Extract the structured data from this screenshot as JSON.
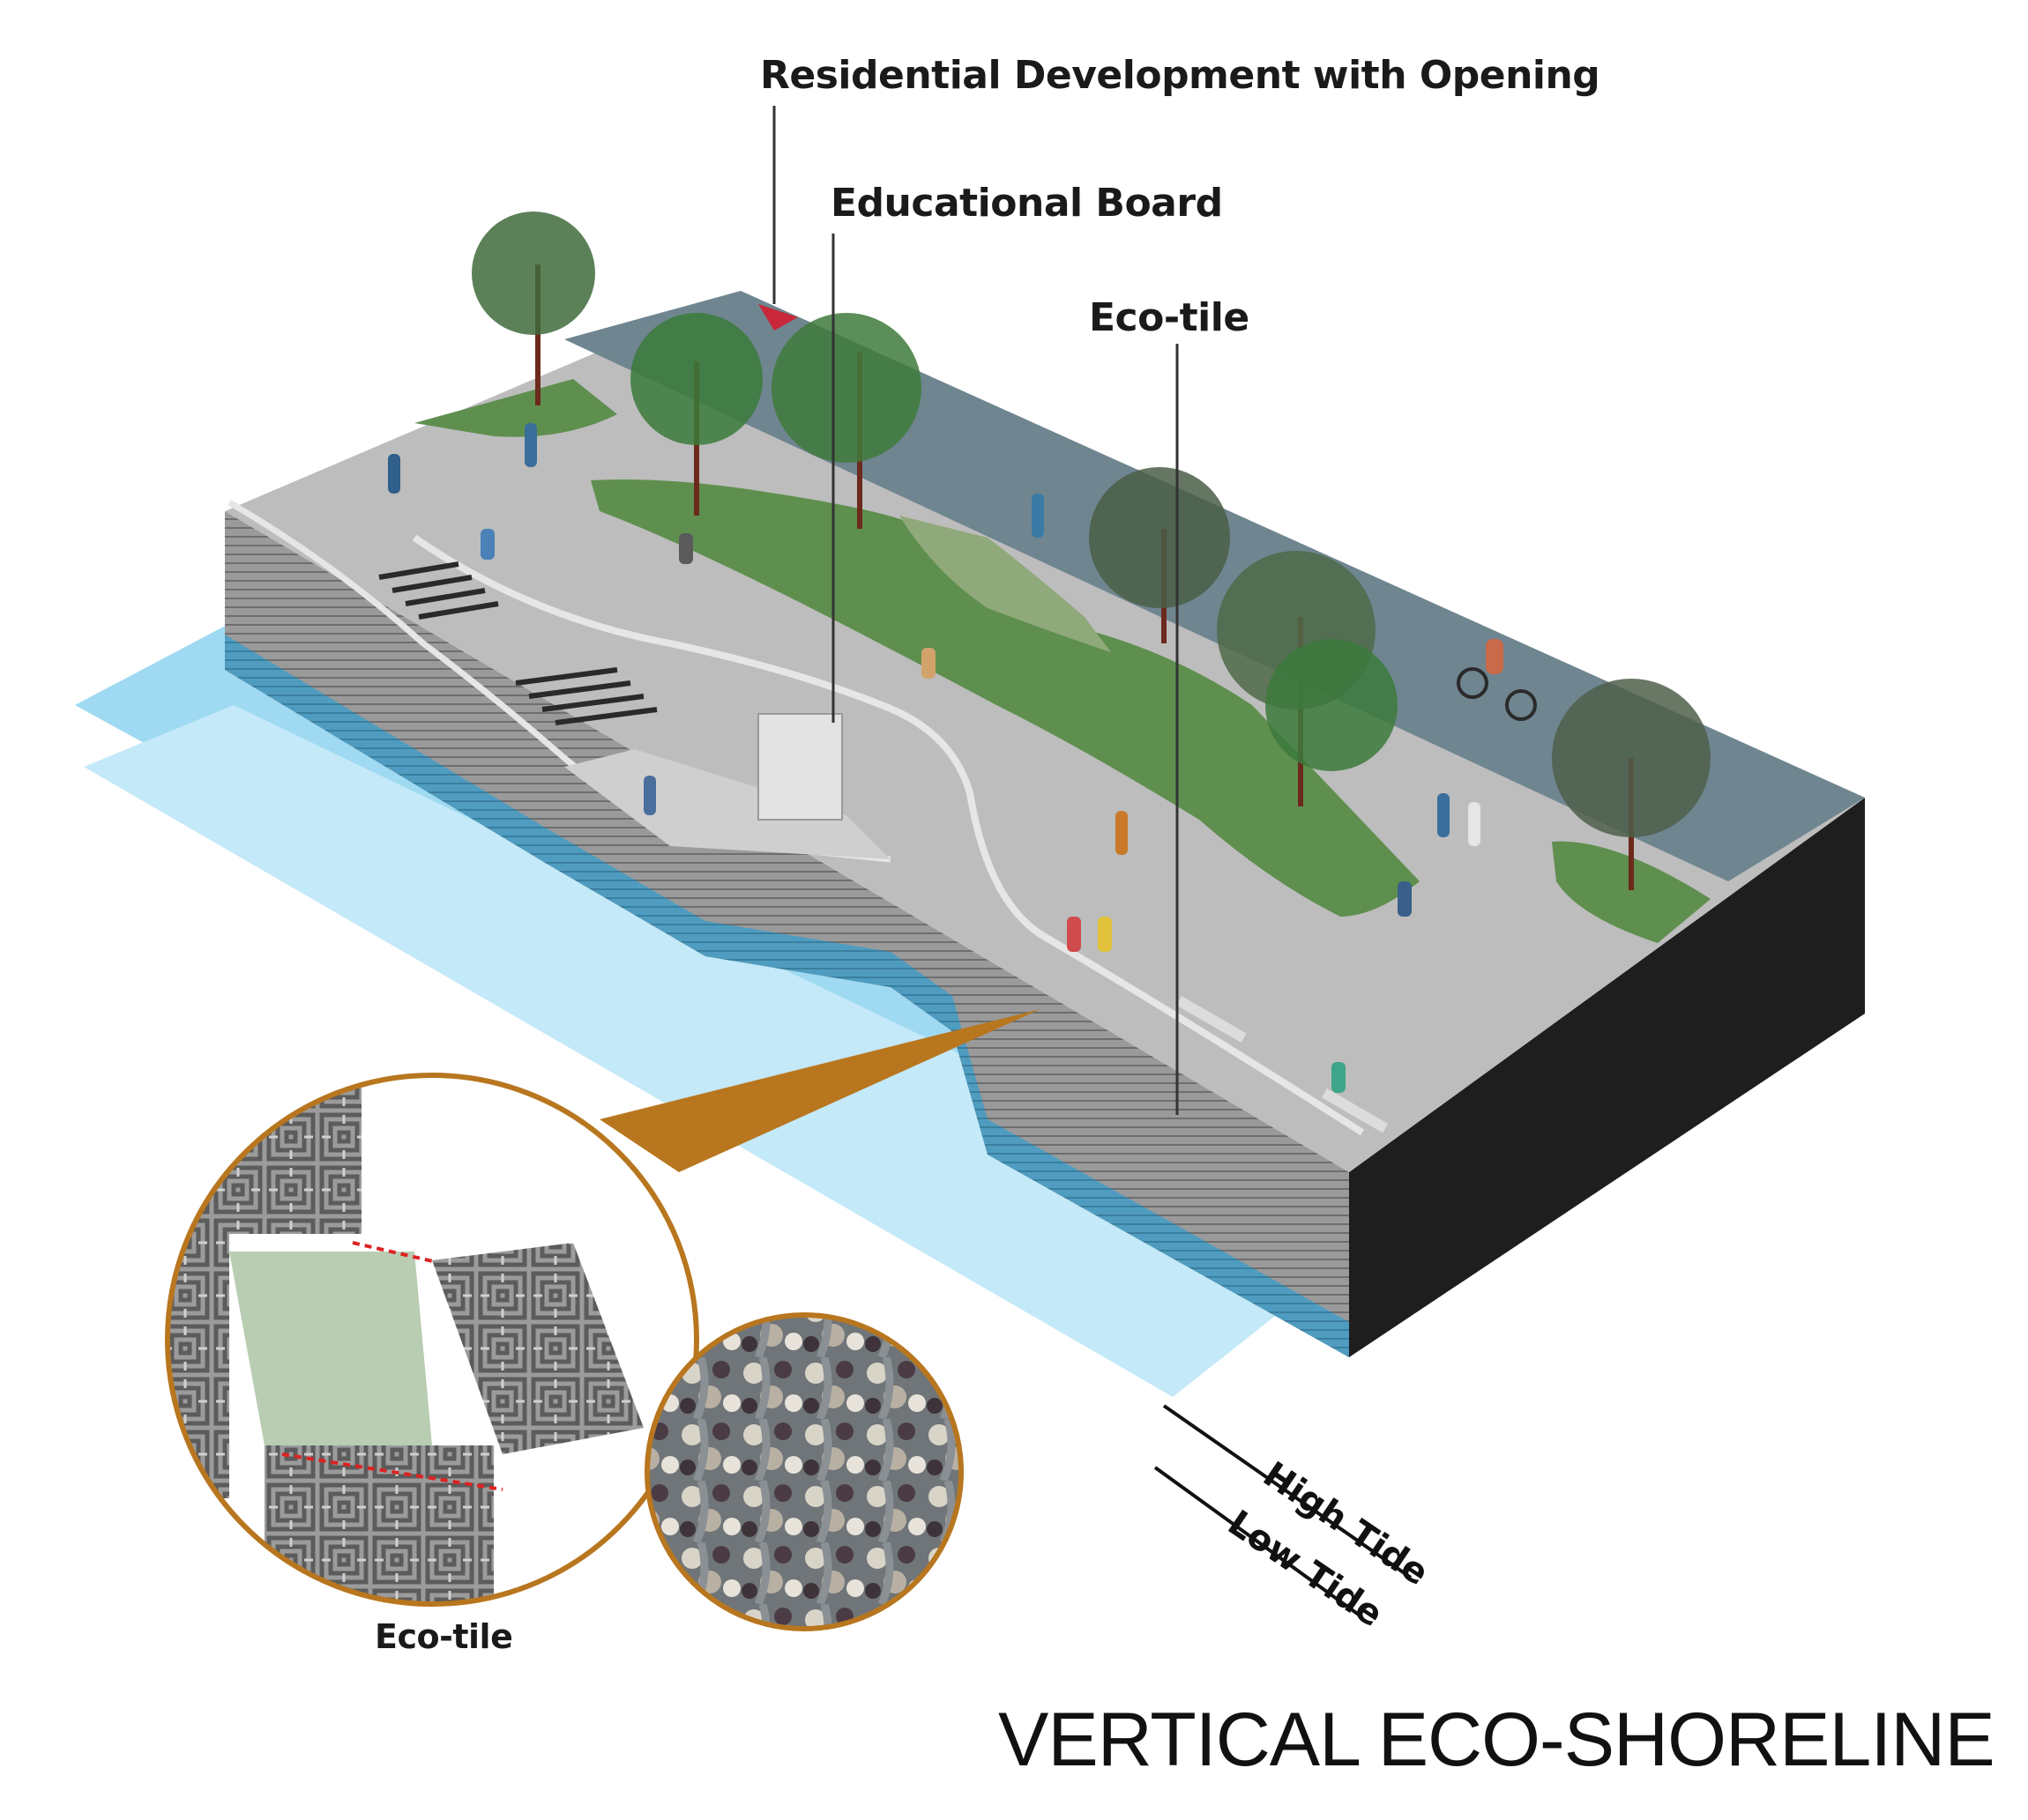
{
  "labels": {
    "residential": "Residential Development with Opening",
    "educational": "Educational Board",
    "eco_tile_top": "Eco-tile",
    "eco_tile_bottom": "Eco-tile",
    "high_tide": "High Tide",
    "low_tide": "Low Tide"
  },
  "title": "VERTICAL ECO-SHORELINE",
  "colors": {
    "water": "#8fd3ef",
    "water_light": "#bfe6f7",
    "promenade": "#bdbdbd",
    "grass": "#5f8f4f",
    "road": "#6f8590",
    "wall": "#8a8a8a",
    "wall_submerged": "#4a9fc4",
    "block_side": "#1e1e1e",
    "callout": "#b8761f",
    "tree_trunk": "#6b2a1c",
    "tree_foliage": "#3f6b3c"
  }
}
